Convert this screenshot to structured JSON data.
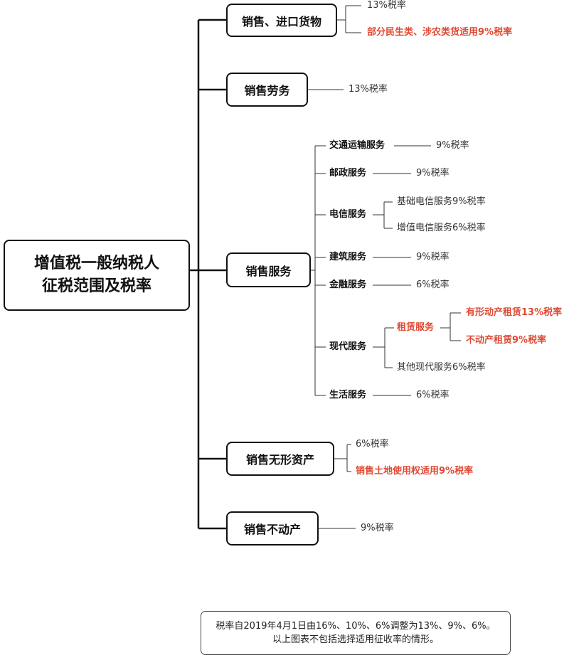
{
  "root": {
    "line1": "增值税一般纳税人",
    "line2": "征税范围及税率"
  },
  "categories": {
    "goods": {
      "label": "销售、进口货物",
      "rate": "13%税率",
      "special": "部分民生类、涉农类货适用9%税率"
    },
    "labor": {
      "label": "销售劳务",
      "rate": "13%税率"
    },
    "services": {
      "label": "销售服务",
      "items": {
        "transport": {
          "label": "交通运输服务",
          "rate": "9%税率"
        },
        "postal": {
          "label": "邮政服务",
          "rate": "9%税率"
        },
        "telecom": {
          "label": "电信服务",
          "basic": "基础电信服务9%税率",
          "value_added": "增值电信服务6%税率"
        },
        "construction": {
          "label": "建筑服务",
          "rate": "9%税率"
        },
        "finance": {
          "label": "金融服务",
          "rate": "6%税率"
        },
        "modern": {
          "label": "现代服务",
          "leasing": {
            "label": "租赁服务",
            "tangible": "有形动产租赁13%税率",
            "real_estate": "不动产租赁9%税率"
          },
          "other": "其他现代服务6%税率"
        },
        "living": {
          "label": "生活服务",
          "rate": "6%税率"
        }
      }
    },
    "intangible": {
      "label": "销售无形资产",
      "rate": "6%税率",
      "special": "销售土地使用权适用9%税率"
    },
    "real_estate": {
      "label": "销售不动产",
      "rate": "9%税率"
    }
  },
  "note": {
    "line1": "税率自2019年4月1日由16%、10%、6%调整为13%、9%、6%。",
    "line2": "以上图表不包括选择适用征收率的情形。"
  },
  "colors": {
    "highlight": "#e04a34",
    "box_border": "#111111",
    "connector": "#333333"
  }
}
